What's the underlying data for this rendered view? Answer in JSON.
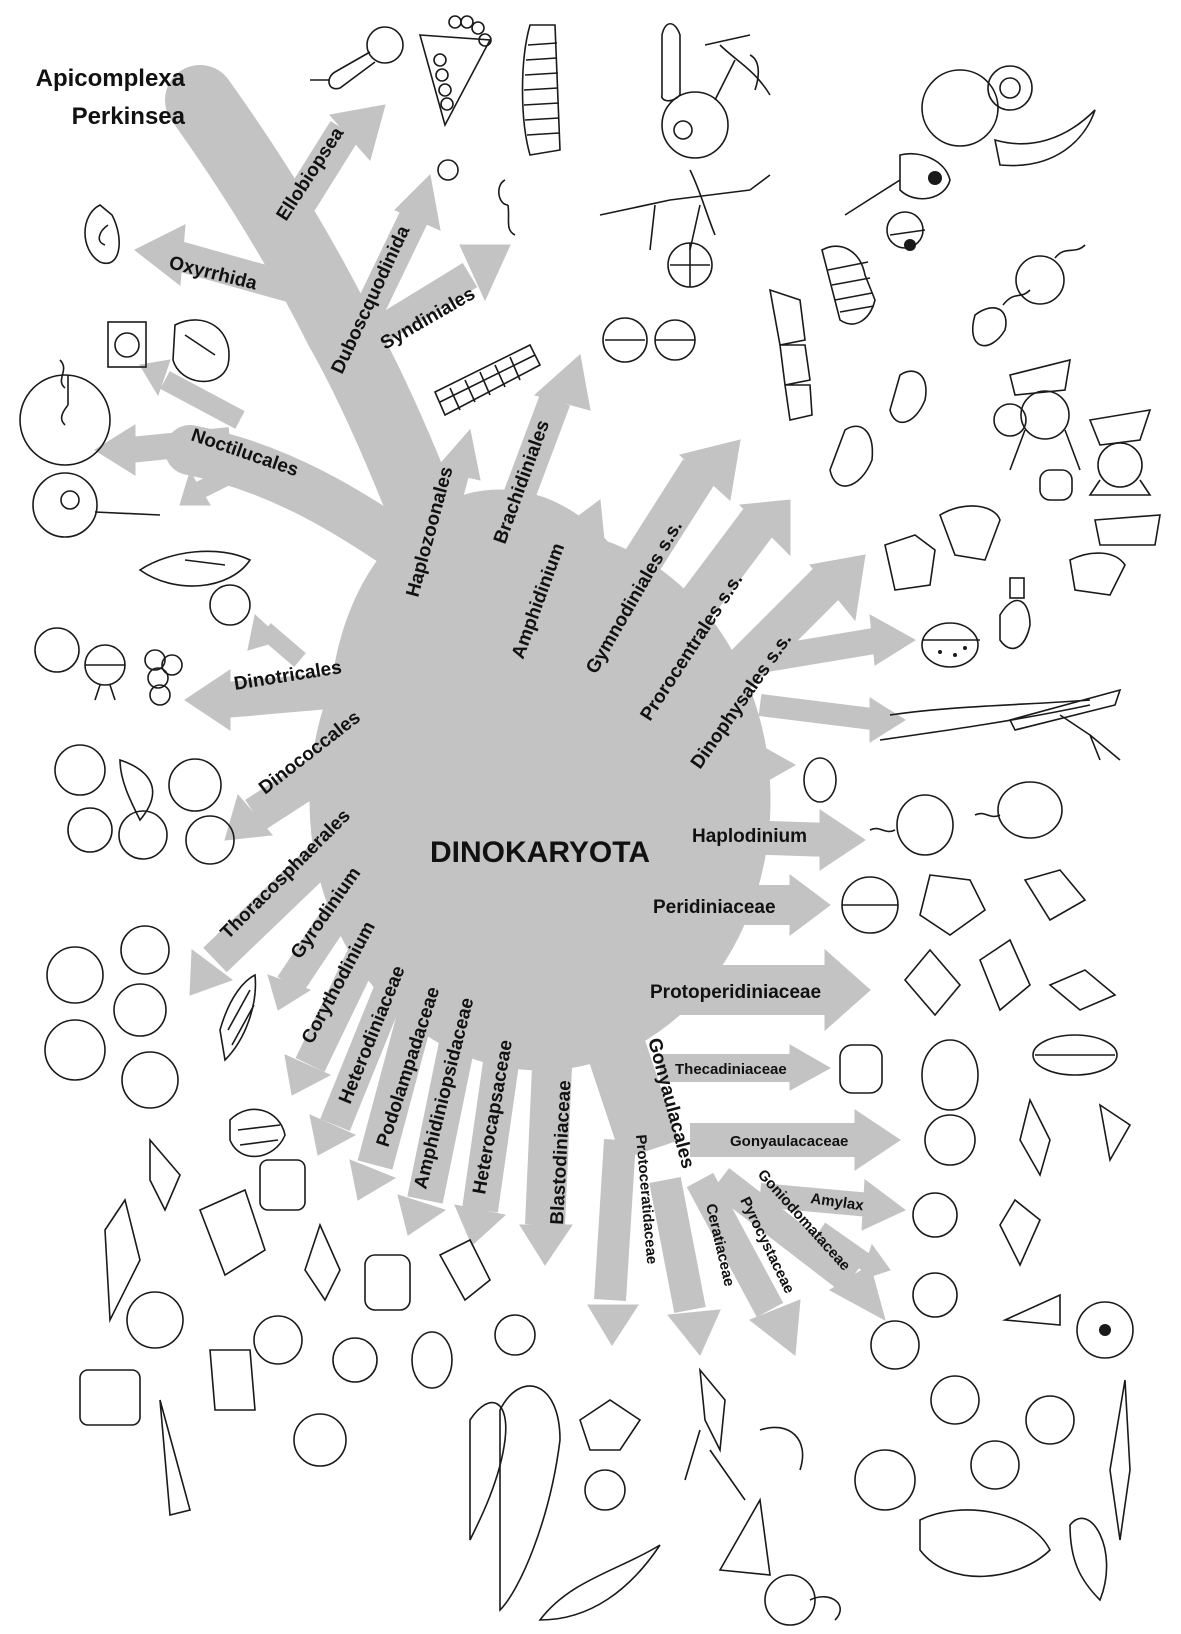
{
  "colors": {
    "tree": "#c3c3c3",
    "ink": "#111111",
    "background": "#ffffff"
  },
  "root": {
    "label": "DINOKARYOTA"
  },
  "outgroups": [
    "Apicomplexa",
    "Perkinsea"
  ],
  "branches": [
    "Ellobiopsea",
    "Oxyrrhida",
    "Duboscquodinida",
    "Syndiniales",
    "Noctilucales",
    "Haplozoonales",
    "Brachidiniales",
    "Amphidinium",
    "Gymnodiniales s.s.",
    "Prorocentrales s.s.",
    "Dinophysales s.s.",
    "Dinotricales",
    "Dinococcales",
    "Thoracosphaerales",
    "Gyrodinium",
    "Corythodinium",
    "Heterodiniaceae",
    "Podolampadaceae",
    "Amphidiniopsidaceae",
    "Heterocapsaceae",
    "Blastodiniaceae",
    "Gonyaulacales",
    "Protoceratidaceae",
    "Ceratiaceae",
    "Pyrocystaceae",
    "Goniodomataceae",
    "Amylax",
    "Gonyaulacaceae",
    "Thecadiniaceae",
    "Protoperidiniaceae",
    "Peridiniaceae",
    "Haplodinium"
  ]
}
